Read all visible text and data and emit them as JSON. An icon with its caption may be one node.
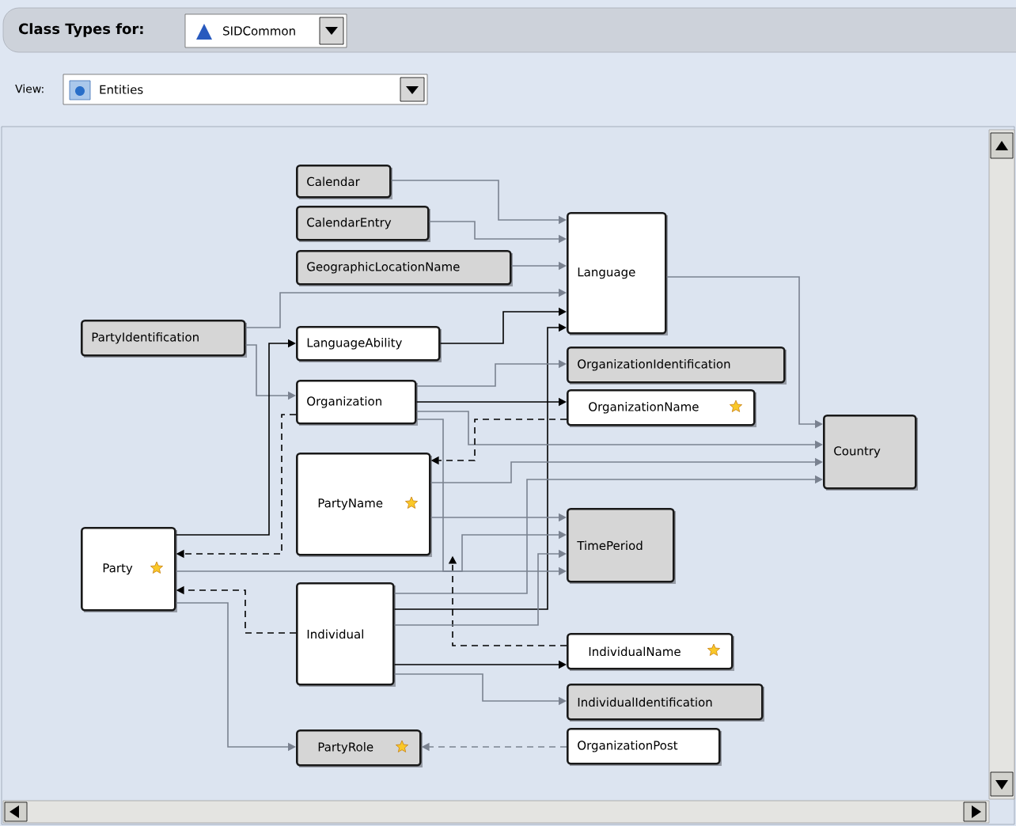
{
  "diagram": {
    "nodes": [
      {
        "text": [
          "Calendar"
        ]
      },
      {
        "text": [
          "CalendarEntry"
        ]
      },
      {
        "text": [
          "GeographicLocationName"
        ]
      },
      {
        "text": [
          "PartyIdentification"
        ]
      },
      {
        "text": [
          "LanguageAbility"
        ]
      },
      {
        "text": [
          "Organization"
        ]
      },
      {
        "text": [
          "Language"
        ]
      },
      {
        "text": [
          "OrganizationIdentification"
        ]
      },
      {
        "text": [
          "OrganizationName"
        ]
      },
      {
        "text": [
          "Country"
        ]
      },
      {
        "text": [
          "PartyName"
        ]
      },
      {
        "text": [
          "Party"
        ]
      },
      {
        "text": [
          "TimePeriod"
        ]
      },
      {
        "text": [
          "Individual"
        ]
      },
      {
        "text": [
          "IndividualName"
        ]
      },
      {
        "text": [
          "IndividualIdentification"
        ]
      },
      {
        "text": [
          "PartyRole"
        ]
      },
      {
        "text": [
          "OrganizationPost"
        ]
      }
    ],
    "edges": [
      {
        "from": 0,
        "to": 6,
        "arrow": "to"
      },
      {
        "from": 1,
        "to": 6,
        "arrow": "to"
      },
      {
        "from": 2,
        "to": 6,
        "arrow": "to"
      },
      {
        "from": 3,
        "to": 6,
        "arrow": "to"
      },
      {
        "from": 4,
        "to": 6,
        "arrow": "to",
        "color": "#000000"
      },
      {
        "from": 3,
        "to": 5,
        "arrow": "to"
      },
      {
        "from": 11,
        "to": 4,
        "arrow": "to",
        "color": "#000000"
      },
      {
        "from": 13,
        "to": 6,
        "arrow": "to",
        "color": "#000000"
      },
      {
        "from": 5,
        "to": 7,
        "arrow": "to"
      },
      {
        "from": 5,
        "to": 8,
        "arrow": "to",
        "color": "#000000"
      },
      {
        "from": 6,
        "to": 9,
        "arrow": "to"
      },
      {
        "from": 5,
        "to": 9,
        "arrow": "to"
      },
      {
        "from": 10,
        "to": 9,
        "arrow": "to"
      },
      {
        "from": 13,
        "to": 9,
        "arrow": "to"
      },
      {
        "from": 8,
        "to": 10,
        "arrow": "to",
        "style": "dashed",
        "color": "#000000"
      },
      {
        "from": 5,
        "to": 11,
        "arrow": "to",
        "style": "dashed",
        "color": "#000000"
      },
      {
        "from": 13,
        "to": 11,
        "arrow": "to",
        "style": "dashed",
        "color": "#000000"
      },
      {
        "from": 14,
        "to": 10,
        "arrow": "to",
        "style": "dashed",
        "color": "#000000"
      },
      {
        "from": 17,
        "to": 16,
        "arrow": "to",
        "style": "dashed"
      },
      {
        "from": 11,
        "to": 16,
        "arrow": "to"
      },
      {
        "from": 13,
        "to": 15,
        "arrow": "to"
      },
      {
        "from": 13,
        "to": 14,
        "arrow": "to",
        "color": "#000000"
      },
      {
        "from": 10,
        "to": 12,
        "arrow": "to"
      },
      {
        "from": 11,
        "to": 12,
        "arrow": "to"
      },
      {
        "from": 13,
        "to": 12,
        "arrow": "to"
      },
      {
        "from": 5,
        "to": 12,
        "arrow": "to"
      }
    ],
    "labels": [
      "Class Types for:",
      "SIDCommon",
      "View:",
      "Entities"
    ]
  }
}
